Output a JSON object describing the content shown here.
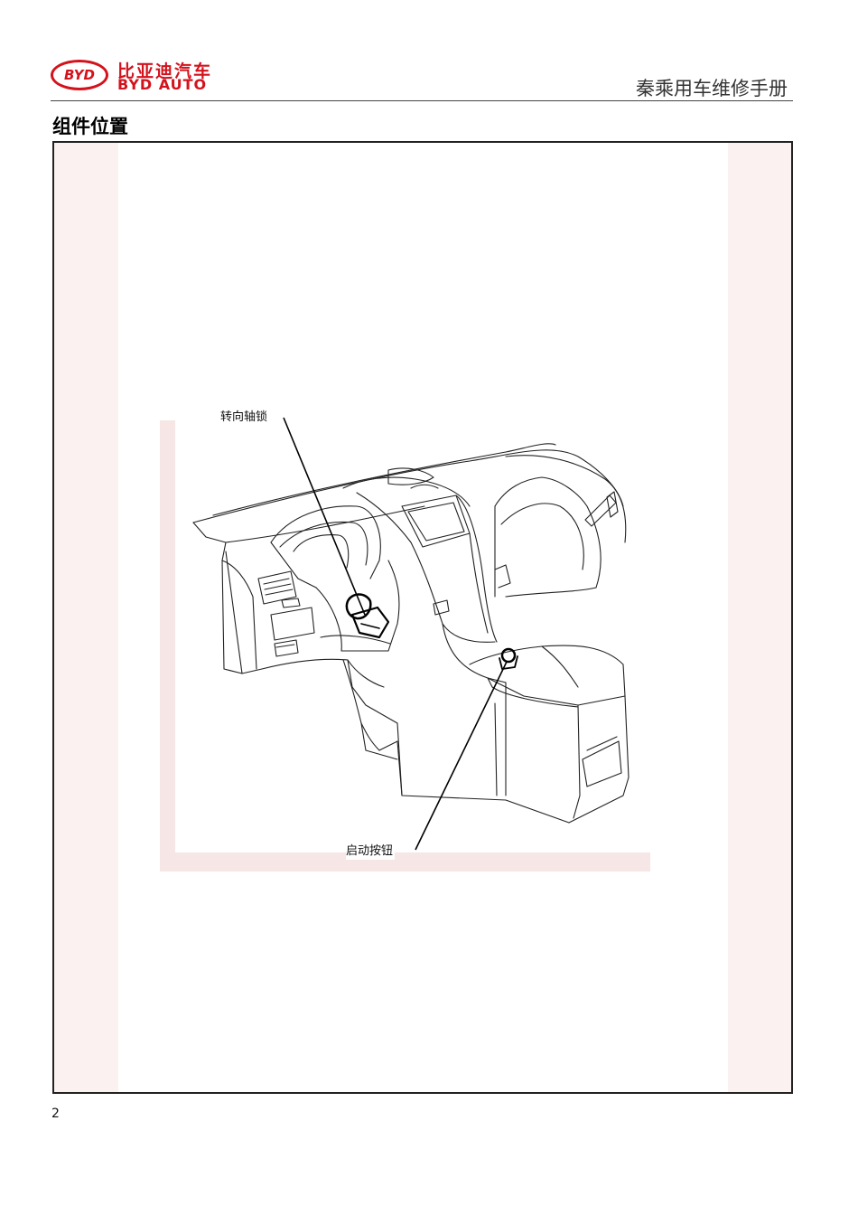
{
  "header": {
    "brand_cn": "比亚迪汽车",
    "brand_en": "BYD AUTO",
    "brand_mark": "BYD",
    "manual_title": "秦乘用车维修手册"
  },
  "section": {
    "title": "组件位置"
  },
  "figure": {
    "callouts": {
      "steering_lock": "转向轴锁",
      "start_button": "启动按钮"
    }
  },
  "footer": {
    "page_number": "2"
  },
  "colors": {
    "brand_red": "#d4121c",
    "panel_shade": "#fbf1f0",
    "inner_shade": "#f6e6e6"
  }
}
